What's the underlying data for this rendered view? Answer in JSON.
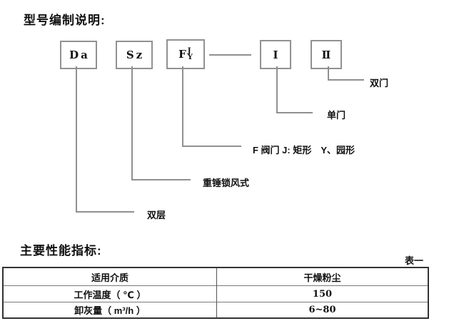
{
  "title": "型号编制说明:",
  "diagram": {
    "boxes": [
      {
        "code": "Da"
      },
      {
        "code": "Sz"
      },
      {
        "code": "F",
        "stack_top": "J",
        "stack_bottom": "Y"
      },
      {
        "code": "Ⅰ"
      },
      {
        "code": "Ⅱ"
      }
    ],
    "branch_labels": [
      {
        "text": "双门"
      },
      {
        "text": "单门"
      },
      {
        "text": "F 阀门 J: 矩形　Y、园形"
      },
      {
        "text": "重锤锁风式"
      },
      {
        "text": "双层"
      }
    ]
  },
  "performance": {
    "title": "主要性能指标:",
    "table_tag": "表一",
    "rows": [
      {
        "param": "适用介质",
        "value": "干燥粉尘"
      },
      {
        "param": "工作温度（ ℃ ）",
        "value": "150"
      },
      {
        "param": "卸灰量（ m³/h ）",
        "value": "6~80"
      }
    ]
  }
}
